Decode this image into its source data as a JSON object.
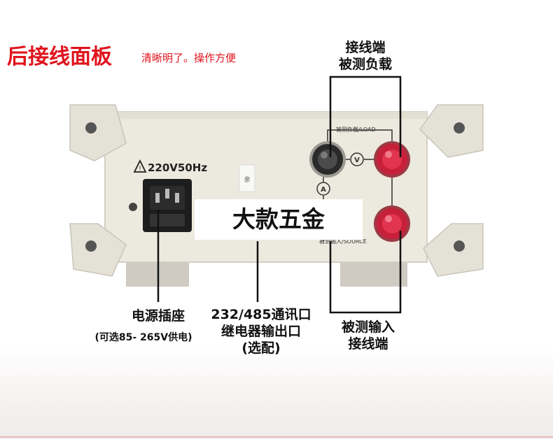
{
  "header": {
    "title": "后接线面板",
    "subtitle": "清晰明了。操作方便"
  },
  "panel": {
    "voltage_marking": "220V50Hz",
    "load_label": "被测负载/LOAD",
    "source_label": "被测输入/SOURCE",
    "meter_v": "V",
    "meter_a": "A",
    "sticker_text": "亲"
  },
  "callouts": {
    "top_right": [
      "接线端",
      "被测负载"
    ],
    "power_socket": {
      "title": "电源插座",
      "note": "(可选85- 265V供电)"
    },
    "comm_port": [
      "232/485通讯口",
      "继电器输出口",
      "(选配)"
    ],
    "bottom_right": [
      "被测输入",
      "接线端"
    ]
  },
  "watermark": "大款五金",
  "colors": {
    "accent": "#e0141e",
    "panel": "#ece9de",
    "terminal_red": "#c8203a",
    "terminal_black": "#2a2a2a"
  }
}
